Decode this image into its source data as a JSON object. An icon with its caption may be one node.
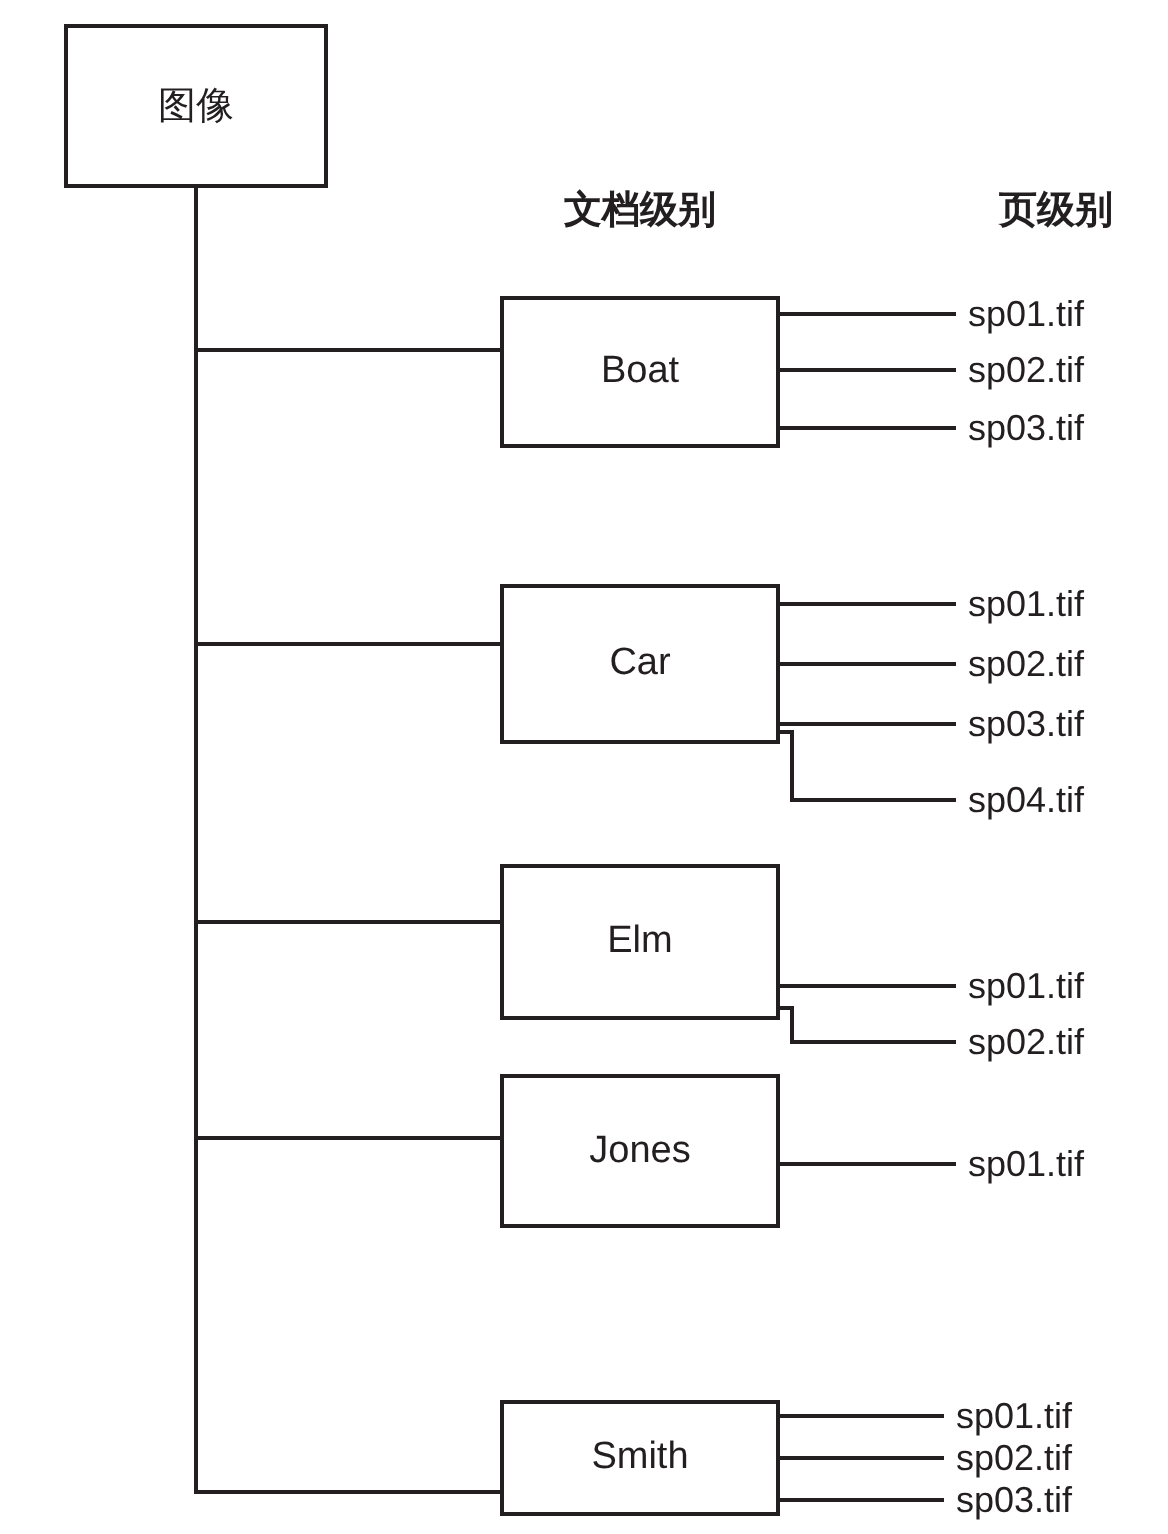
{
  "diagram": {
    "nodes": [
      {
        "text": [
          "图像"
        ]
      },
      {
        "text": [
          "Boat"
        ]
      },
      {
        "text": [
          "sp01.tif"
        ]
      },
      {
        "text": [
          "sp02.tif"
        ]
      },
      {
        "text": [
          "sp03.tif"
        ]
      },
      {
        "text": [
          "Car"
        ]
      },
      {
        "text": [
          "sp01.tif"
        ]
      },
      {
        "text": [
          "sp02.tif"
        ]
      },
      {
        "text": [
          "sp03.tif"
        ]
      },
      {
        "text": [
          "sp04.tif"
        ]
      },
      {
        "text": [
          "Elm"
        ]
      },
      {
        "text": [
          "sp01.tif"
        ]
      },
      {
        "text": [
          "sp02.tif"
        ]
      },
      {
        "text": [
          "Jones"
        ]
      },
      {
        "text": [
          "sp01.tif"
        ]
      },
      {
        "text": [
          "Smith"
        ]
      },
      {
        "text": [
          "sp01.tif"
        ]
      },
      {
        "text": [
          "sp02.tif"
        ]
      },
      {
        "text": [
          "sp03.tif"
        ]
      }
    ],
    "edges": [
      {
        "from": 0,
        "to": 1,
        "arrow": "none"
      },
      {
        "from": 1,
        "to": 2,
        "arrow": "none"
      },
      {
        "from": 1,
        "to": 3,
        "arrow": "none"
      },
      {
        "from": 1,
        "to": 4,
        "arrow": "none"
      },
      {
        "from": 0,
        "to": 5,
        "arrow": "none"
      },
      {
        "from": 5,
        "to": 6,
        "arrow": "none"
      },
      {
        "from": 5,
        "to": 7,
        "arrow": "none"
      },
      {
        "from": 5,
        "to": 8,
        "arrow": "none"
      },
      {
        "from": 5,
        "to": 9,
        "arrow": "none"
      },
      {
        "from": 0,
        "to": 10,
        "arrow": "none"
      },
      {
        "from": 10,
        "to": 11,
        "arrow": "none"
      },
      {
        "from": 10,
        "to": 12,
        "arrow": "none"
      },
      {
        "from": 0,
        "to": 13,
        "arrow": "none"
      },
      {
        "from": 13,
        "to": 14,
        "arrow": "none"
      },
      {
        "from": 0,
        "to": 15,
        "arrow": "none"
      },
      {
        "from": 15,
        "to": 16,
        "arrow": "none"
      },
      {
        "from": 15,
        "to": 17,
        "arrow": "none"
      },
      {
        "from": 15,
        "to": 18,
        "arrow": "none"
      }
    ],
    "labels": [
      "文档级别",
      "页级别"
    ]
  }
}
